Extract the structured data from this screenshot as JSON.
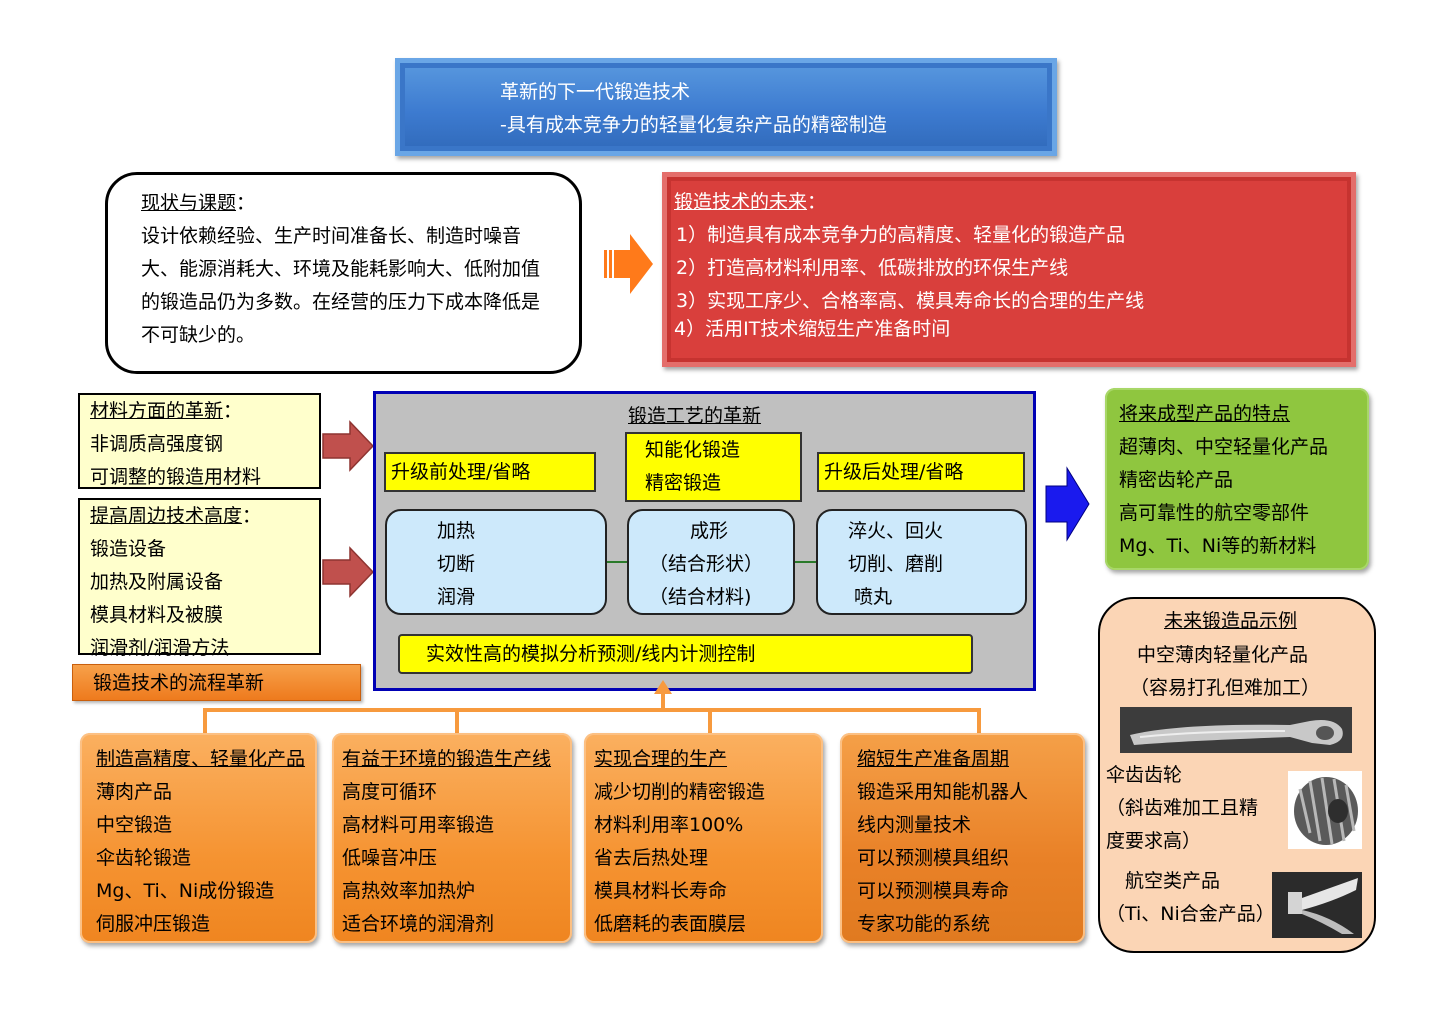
{
  "title": {
    "line1": "革新的下一代锻造技术",
    "line2": "-具有成本竞争力的轻量化复杂产品的精密制造"
  },
  "status": {
    "heading": "现状与课题",
    "heading_suffix": "：",
    "lines": [
      "设计依赖经验、生产时间准备长、制造时噪音",
      "大、能源消耗大、环境及能耗影响大、低附加值",
      "的锻造品仍为多数。在经营的压力下成本降低是",
      "不可缺少的。"
    ]
  },
  "future": {
    "heading": "锻造技术的未来",
    "heading_suffix": "：",
    "items": [
      "1）制造具有成本竞争力的高精度、轻量化的锻造产品",
      "2）打造高材料利用率、低碳排放的环保生产线",
      "3）实现工序少、合格率高、模具寿命长的合理的生产线",
      "4）活用IT技术缩短生产准备时间"
    ]
  },
  "material": {
    "heading": "材料方面的革新",
    "heading_suffix": "：",
    "items": [
      "非调质高强度钢",
      "可调整的锻造用材料"
    ]
  },
  "peripheral": {
    "heading": "提高周边技术高度",
    "heading_suffix": "：",
    "items": [
      "锻造设备",
      "加热及附属设备",
      "模具材料及被膜",
      "润滑剂/润滑方法"
    ]
  },
  "flow_label": "锻造技术的流程革新",
  "process": {
    "title": "锻造工艺的革新",
    "pre": "升级前处理/省略",
    "center_items": [
      "知能化锻造",
      "精密锻造"
    ],
    "post": "升级后处理/省略",
    "stage1": [
      "加热",
      "切断",
      "润滑"
    ],
    "stage2": [
      "成形",
      "（结合形状）",
      "（结合材料)"
    ],
    "stage3": [
      "淬火、回火",
      "切削、磨削",
      "喷丸"
    ],
    "simulation": "实效性高的模拟分析预测/线内计测控制"
  },
  "features": {
    "heading": "将来成型产品的特点",
    "items": [
      "超薄肉、中空轻量化产品",
      "精密齿轮产品",
      "高可靠性的航空零部件",
      "Mg、Ti、Ni等的新材料"
    ]
  },
  "examples": {
    "heading": "未来锻造品示例",
    "hollow": [
      "中空薄肉轻量化产品",
      "（容易打孔但难加工）"
    ],
    "gear": [
      "伞齿齿轮",
      "（斜齿难加工且精",
      "度要求高）"
    ],
    "aero": [
      "航空类产品",
      "（Ti、Ni合金产品）"
    ]
  },
  "boxes": [
    {
      "heading": "制造高精度、轻量化产品",
      "items": [
        "薄肉产品",
        "中空锻造",
        "伞齿轮锻造",
        "Mg、Ti、Ni成份锻造",
        "伺服冲压锻造"
      ]
    },
    {
      "heading": "有益于环境的锻造生产线",
      "items": [
        "高度可循环",
        "高材料可用率锻造",
        "低噪音冲压",
        "高热效率加热炉",
        "适合环境的润滑剂"
      ]
    },
    {
      "heading": "实现合理的生产",
      "items": [
        "减少切削的精密锻造",
        "材料利用率100%",
        "省去后热处理",
        "模具材料长寿命",
        "低磨耗的表面膜层"
      ]
    },
    {
      "heading": "缩短生产准备周期",
      "items": [
        "锻造采用知能机器人",
        "线内测量技术",
        "可以预测模具组织",
        "可以预测模具寿命",
        "专家功能的系统"
      ]
    }
  ],
  "colors": {
    "title_blue": "#3d7bd0",
    "future_red": "#d93f3c",
    "process_border": "#0000b4",
    "highlight_yellow": "#ffff00",
    "stage_blue": "#cde9fb",
    "feature_green": "#8fc63f",
    "example_peach": "#fbd5b5",
    "box_orange": "#f59331"
  }
}
